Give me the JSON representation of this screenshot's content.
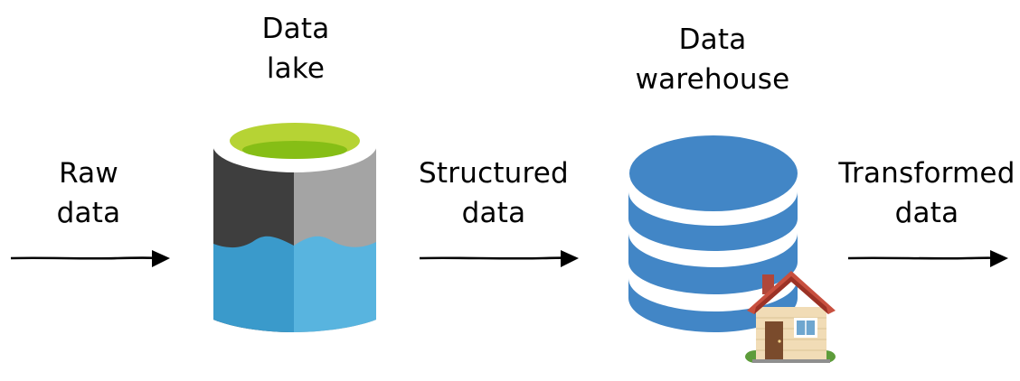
{
  "stages": {
    "raw": {
      "line1": "Raw",
      "line2": "data"
    },
    "lake": {
      "line1": "Data",
      "line2": "lake"
    },
    "structured": {
      "line1": "Structured",
      "line2": "data"
    },
    "warehouse": {
      "line1": "Data",
      "line2": "warehouse"
    },
    "transformed": {
      "line1": "Transformed",
      "line2": "data"
    }
  },
  "icons": {
    "lake": "data-lake-icon",
    "warehouse": "database-icon",
    "house": "house-icon",
    "arrow": "arrow-right-icon"
  },
  "colors": {
    "lake_rim": "#b6d334",
    "lake_inner": "#86be16",
    "lake_dark": "#3e3e3e",
    "lake_grey": "#a4a4a4",
    "lake_water_dark": "#3a9acb",
    "lake_water_light": "#58b4df",
    "warehouse_blue": "#4286c6"
  }
}
